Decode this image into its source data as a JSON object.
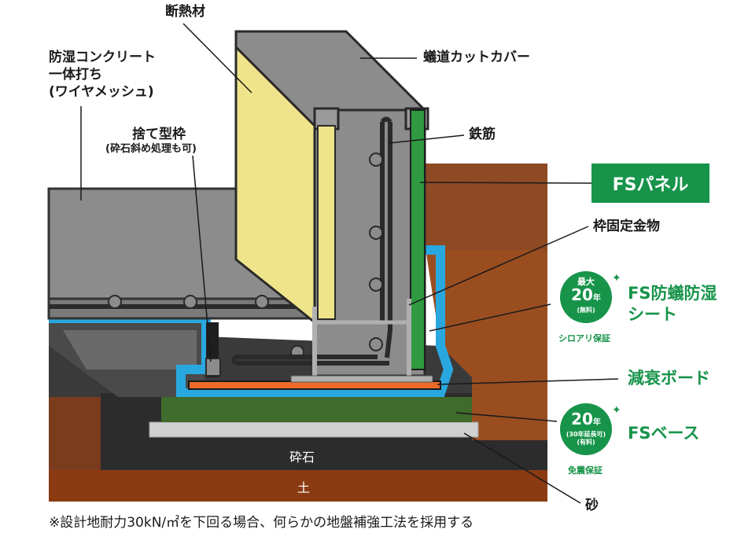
{
  "labels": {
    "insulation": "断熱材",
    "moisture_concrete_1": "防湿コンクリート",
    "moisture_concrete_2": "一体打ち",
    "moisture_concrete_3": "(ワイヤメッシュ)",
    "formwork": "捨て型枠",
    "formwork_note": "(砕石斜め処理も可)",
    "termite_cover": "蟻道カットカバー",
    "rebar": "鉄筋",
    "fs_panel": "FSパネル",
    "frame_hardware": "枠固定金物",
    "fs_sheet_1": "FS防蟻防湿",
    "fs_sheet_2": "シート",
    "damping_board": "減衰ボード",
    "fs_base": "FSベース",
    "gravel": "砕石",
    "soil": "土",
    "sand": "砂"
  },
  "badges": {
    "termite": {
      "top": "最大",
      "big": "20",
      "unit": "年",
      "small": "(無料)",
      "caption": "シロアリ保証"
    },
    "quake": {
      "big": "20",
      "unit": "年",
      "small": "(30年延長可)",
      "small2": "(有料)",
      "caption": "免震保証"
    }
  },
  "footnote": "※設計地耐力30kN/㎡を下回る場合、何らかの地盤補強工法を採用する",
  "colors": {
    "concrete": "#8c8c8c",
    "concrete_dark": "#6e6e6e",
    "insulation": "#efe48a",
    "fs_panel": "#2f9a3f",
    "sheet": "#29a8e0",
    "damping": "#ee6a2a",
    "base": "#3f6b2c",
    "gravel_slab": "#cfcfcf",
    "soil_brown": "#9a4e20",
    "dark_ground": "#3a3a3a",
    "accent_green": "#17944a"
  }
}
